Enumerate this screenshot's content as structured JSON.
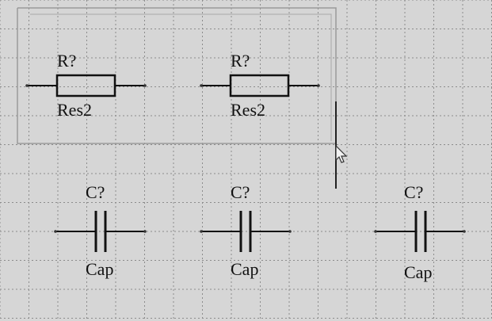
{
  "schematic": {
    "components": [
      {
        "kind": "resistor",
        "designator": "R?",
        "comment": "Res2"
      },
      {
        "kind": "resistor",
        "designator": "R?",
        "comment": "Res2"
      },
      {
        "kind": "capacitor",
        "designator": "C?",
        "comment": "Cap"
      },
      {
        "kind": "capacitor",
        "designator": "C?",
        "comment": "Cap"
      },
      {
        "kind": "capacitor",
        "designator": "C?",
        "comment": "Cap"
      }
    ]
  },
  "colors": {
    "sheet_background": "#d6d6d6",
    "grid_line": "#8c8c8c",
    "component_stroke": "#111111",
    "selection_box": "#9a9a9a"
  },
  "cursor_icon": "mouse-pointer-arrow-icon"
}
